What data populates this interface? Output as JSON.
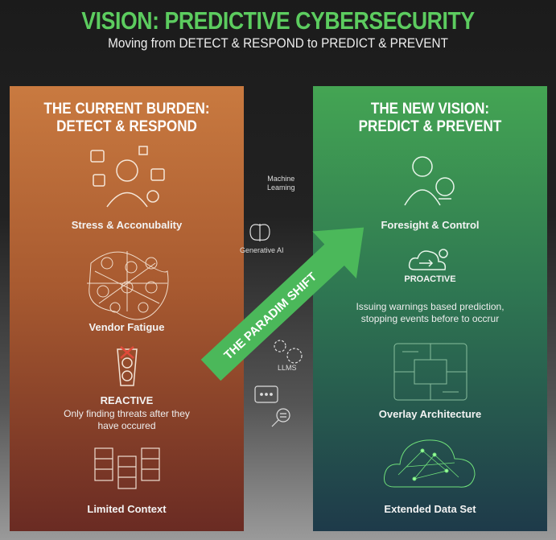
{
  "header": {
    "title": "VISION: PREDICTIVE CYBERSECURITY",
    "subtitle": "Moving from DETECT & RESPOND to PREDICT & PREVENT"
  },
  "left": {
    "heading_line1": "THE CURRENT BURDEN:",
    "heading_line2": "DETECT & RESPOND",
    "items": [
      {
        "label": "Stress & Acconubality",
        "icon": "stressed-person-icon"
      },
      {
        "label": "Vendor Fatigue",
        "icon": "tangled-network-icon"
      },
      {
        "label": "REACTIVE",
        "desc1": "Only finding threats after they",
        "desc2": "have occured",
        "icon": "traffic-light-icon"
      },
      {
        "label": "Limited Context",
        "icon": "server-stack-icon"
      }
    ]
  },
  "right": {
    "heading_line1": "THE NEW VISION:",
    "heading_line2": "PREDICT & PREVENT",
    "items": [
      {
        "label": "Foresight & Control",
        "icon": "person-crystal-ball-icon"
      },
      {
        "label": "PROACTIVE",
        "desc1": "Issuing warnings based prediction,",
        "desc2": "stopping events before to occrur",
        "icon": "cloud-sun-icon"
      },
      {
        "label": "Overlay Architecture",
        "icon": "circuit-board-icon"
      },
      {
        "label": "Extended Data Set",
        "icon": "network-cloud-icon"
      }
    ]
  },
  "middle": {
    "arrow_label": "THE PARADIM SHIFT",
    "ml1": "Machine",
    "ml2": "Leaming",
    "genai": "Generative AI",
    "llms": "LLMS"
  },
  "colors": {
    "title": "#5ccc5f",
    "arrow": "#4bb85a"
  }
}
